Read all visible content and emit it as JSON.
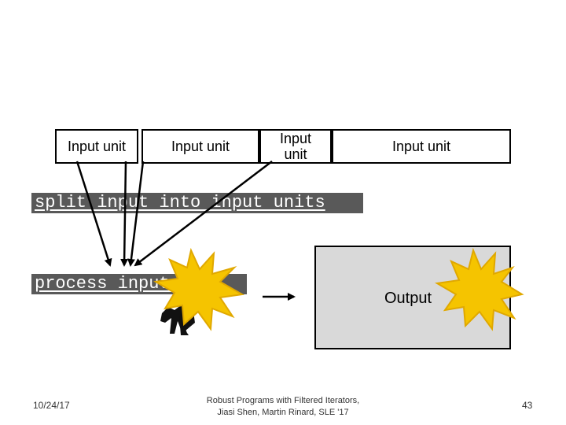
{
  "input_units": {
    "unit_1": "Input unit",
    "unit_2": "Input unit",
    "unit_3": "Input unit",
    "unit_4": "Input unit"
  },
  "labels": {
    "split": "split input into input units",
    "process": "process input unit"
  },
  "output": {
    "label": "Output"
  },
  "footer": {
    "date": "10/24/17",
    "title_line1": "Robust Programs with Filtered Iterators,",
    "title_line2": "Jiasi Shen, Martin Rinard, SLE '17",
    "page_number": "43"
  },
  "colors": {
    "label_background": "#595959",
    "label_text": "#ffffff",
    "output_box": "#d9d9d9",
    "explosion_fill": "#f5c400",
    "explosion_stroke": "#e0a800"
  },
  "icons": {
    "explosion": "explosion-icon",
    "worker": "worker-icon"
  }
}
